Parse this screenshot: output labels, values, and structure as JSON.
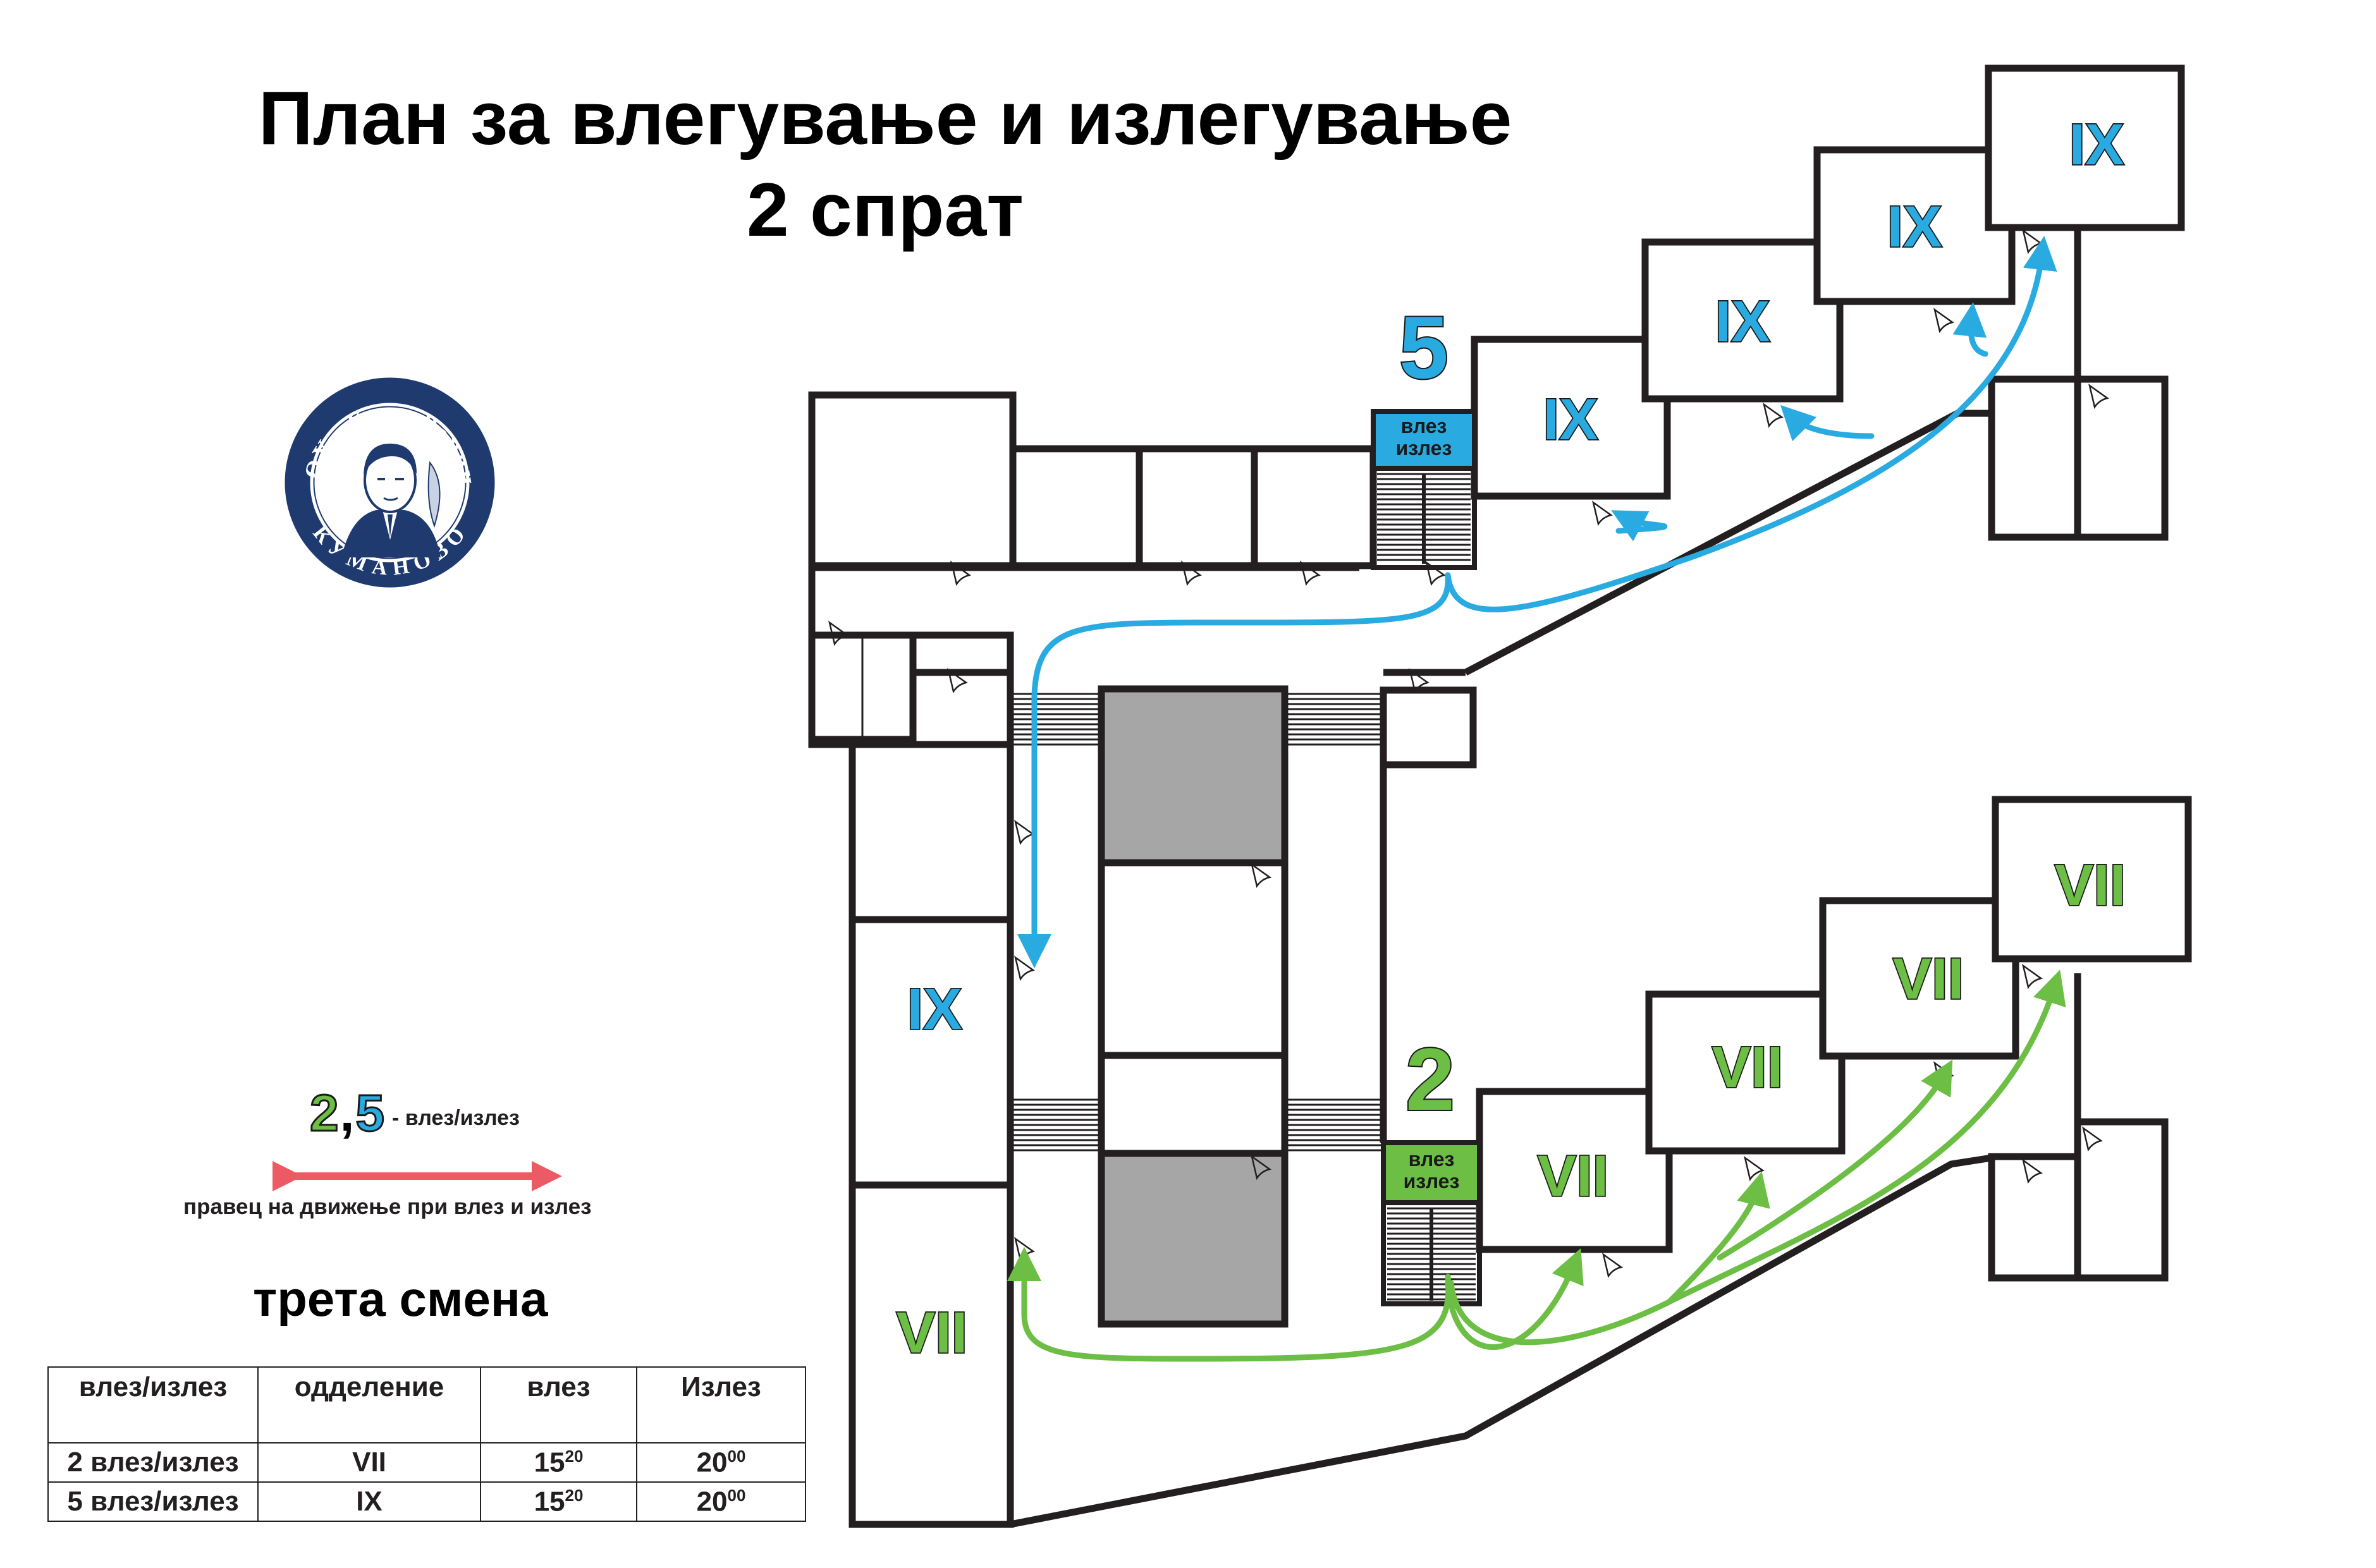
{
  "title": {
    "line1": "План за влегување и излегување",
    "line2": "2 спрат"
  },
  "logo": {
    "top_text": "ООУ „Кочо Рацин“",
    "bottom_text": "КУМАНОВО"
  },
  "entrances": [
    {
      "number": "5",
      "line1": "влез",
      "line2": "излез",
      "color": "#29abe2"
    },
    {
      "number": "2",
      "line1": "влез",
      "line2": "излез",
      "color": "#6cbe45"
    }
  ],
  "rooms": {
    "upper": [
      "IX",
      "IX",
      "IX",
      "IX"
    ],
    "lower": [
      "VII",
      "VII",
      "VII",
      "VII"
    ],
    "left_ix": "IX",
    "left_vii": "VII"
  },
  "legend": {
    "num_green": "2",
    "comma": ",",
    "num_blue": "5",
    "entry_label": "- влез/излез",
    "direction_label": "правец на движење при влез и излез",
    "arrow_color": "#ec5a64"
  },
  "shift": "трета смена",
  "schedule": {
    "headers": [
      "влез/излез",
      "одделение",
      "влез",
      "Излез"
    ],
    "rows": [
      {
        "entry": "2 влез/излез",
        "grade": "VII",
        "in_h": "15",
        "in_m": "20",
        "out_h": "20",
        "out_m": "00"
      },
      {
        "entry": "5 влез/излез",
        "grade": "IX",
        "in_h": "15",
        "in_m": "20",
        "out_h": "20",
        "out_m": "00"
      }
    ]
  },
  "colors": {
    "blue": "#29abe2",
    "green": "#6cbe45",
    "line": "#231f20",
    "grey": "#a6a6a6"
  }
}
